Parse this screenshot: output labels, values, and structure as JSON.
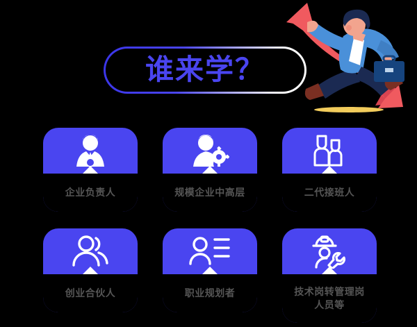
{
  "page": {
    "background_color": "#000000",
    "accent_blue": "#4a45f0",
    "label_color": "#555555",
    "notch_color": "#ffffff"
  },
  "title": {
    "text": "谁来学？",
    "border_gradient_from": "#4a45f0",
    "border_gradient_to": "#ffffff"
  },
  "illustration": {
    "name": "running-businessman-with-arrow",
    "arrow_color": "#f05a5f",
    "arrow_shadow_color": "#d84451",
    "shirt_color": "#4a90d9",
    "pants_color": "#1b2a52",
    "briefcase_color": "#16447e",
    "shoe_color": "#7a2f22",
    "hair_color": "#1b2a52",
    "skin_color": "#f2a48e",
    "ground_shadow_color": "#f2cc5c"
  },
  "cards": [
    {
      "id": "enterprise-owner",
      "label": "企业负责人",
      "icon": "person-tie-icon",
      "lines": [
        "企业负责人"
      ]
    },
    {
      "id": "senior-management",
      "label": "规模企业中高层",
      "icon": "person-gear-icon",
      "lines": [
        "规模企业中高层"
      ]
    },
    {
      "id": "second-generation",
      "label": "二代接班人",
      "icon": "two-people-icon",
      "lines": [
        "二代接班人"
      ]
    },
    {
      "id": "startup-partner",
      "label": "创业合伙人",
      "icon": "people-outline-icon",
      "lines": [
        "创业合伙人"
      ]
    },
    {
      "id": "career-planner",
      "label": "职业规划者",
      "icon": "profile-card-icon",
      "lines": [
        "职业规划者"
      ]
    },
    {
      "id": "tech-to-management",
      "label": "技术岗转管理岗人员等",
      "icon": "worker-wrench-icon",
      "lines": [
        "技术岗转管理岗",
        "人员等"
      ]
    }
  ]
}
